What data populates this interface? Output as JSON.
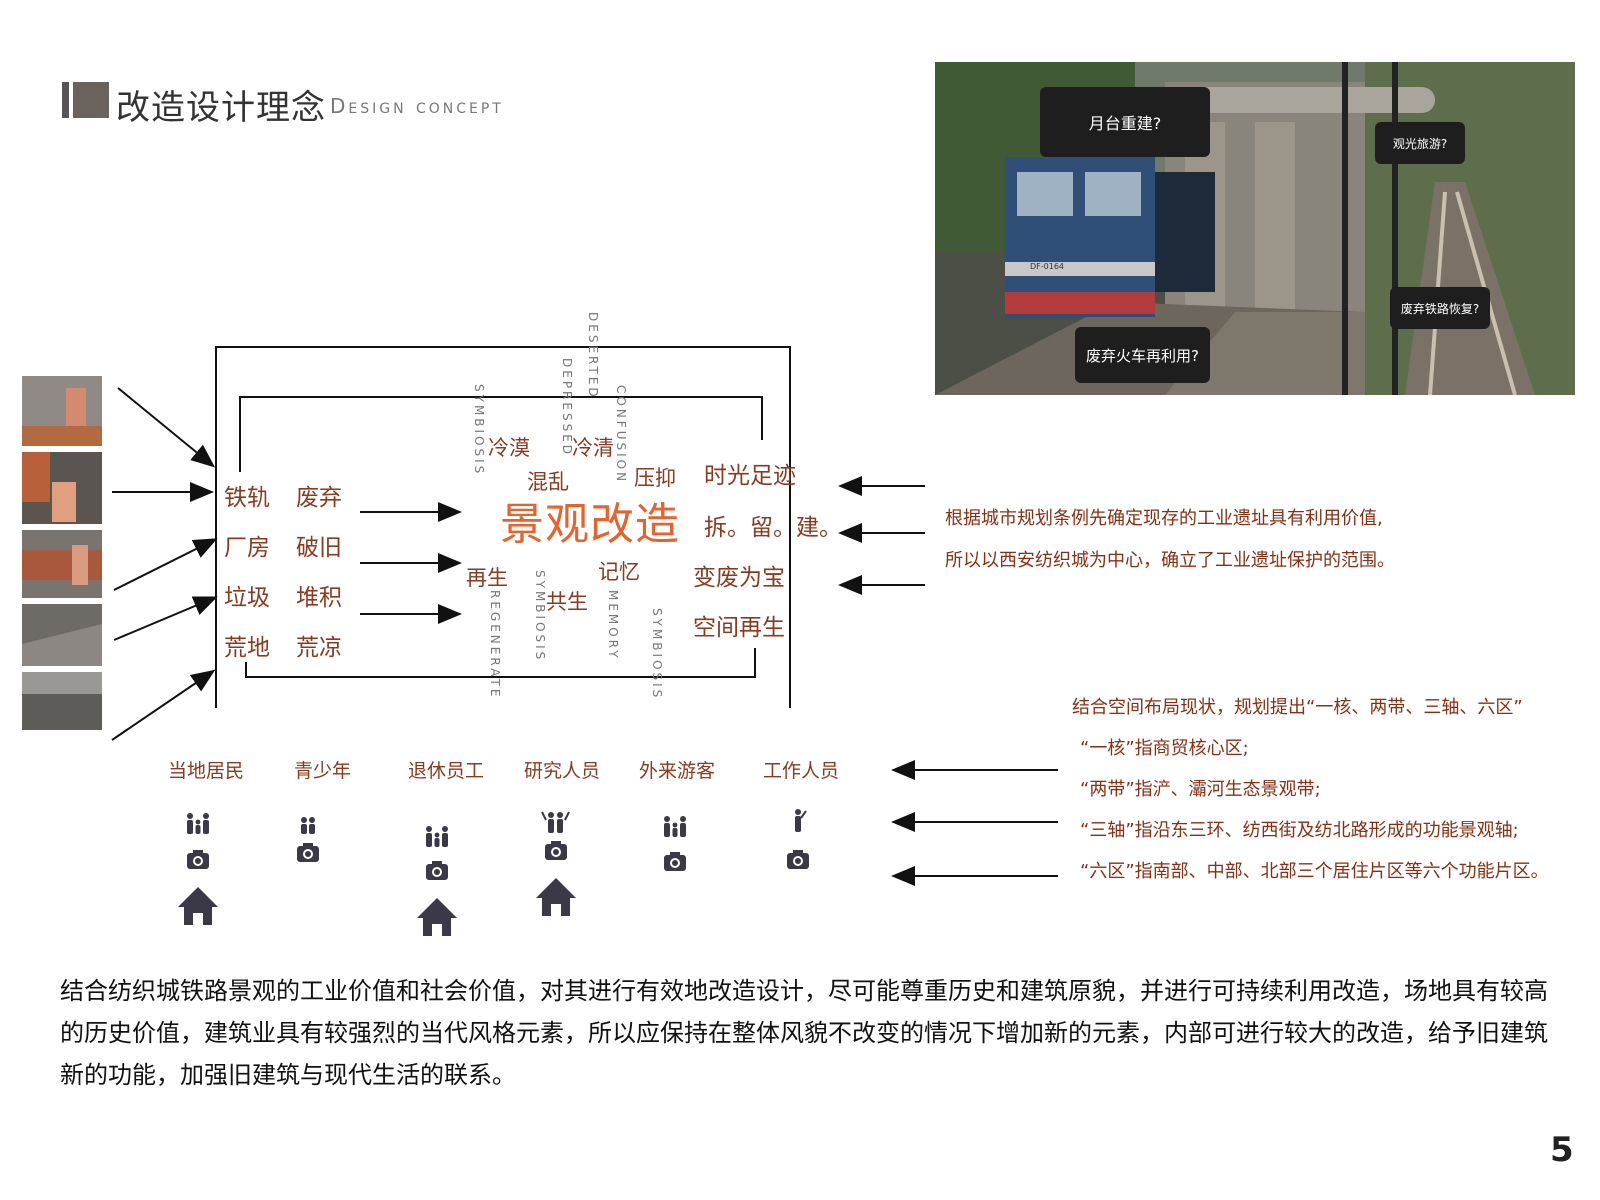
{
  "header": {
    "title_cn": "改造设计理念",
    "title_en": "Design concept"
  },
  "photo": {
    "bubbles": [
      "月台重建?",
      "观光旅游?",
      "废弃铁路恢复?",
      "废弃火车再利用?"
    ],
    "train_number": "DF-0164"
  },
  "left_keywords": {
    "col1": [
      "铁轨",
      "厂房",
      "垃圾",
      "荒地"
    ],
    "col2": [
      "废弃",
      "破旧",
      "堆积",
      "荒凉"
    ]
  },
  "center": {
    "core": "景观改造",
    "words": [
      "冷漠",
      "冷清",
      "混乱",
      "压抑",
      "再生",
      "共生",
      "记忆"
    ],
    "vertical_en": [
      "SYMBIOSIS",
      "DEPRESSED",
      "DESERTED",
      "CONFUSION",
      "REGENERATE",
      "SYMBIOSIS",
      "MEMORY",
      "SYMBIOSIS"
    ]
  },
  "right_keywords": [
    "时光足迹",
    "拆。留。建。",
    "变废为宝",
    "空间再生"
  ],
  "note1": [
    "根据城市规划条例先确定现存的工业遗址具有利用价值,",
    "所以以西安纺织城为中心，确立了工业遗址保护的范围。"
  ],
  "note2": [
    "结合空间布局现状，规划提出“一核、两带、三轴、六区”",
    "“一核”指商贸核心区;",
    "“两带”指浐、灞河生态景观带;",
    "“三轴”指沿东三环、纺西街及纺北路形成的功能景观轴;",
    "“六区”指南部、中部、北部三个居住片区等六个功能片区。"
  ],
  "people": [
    "当地居民",
    "青少年",
    "退休员工",
    "研究人员",
    "外来游客",
    "工作人员"
  ],
  "body_text": "结合纺织城铁路景观的工业价值和社会价值，对其进行有效地改造设计，尽可能尊重历史和建筑原貌，并进行可持续利用改造，场地具有较高的历史价值，建筑业具有较强烈的当代风格元素，所以应保持在整体风貌不改变的情况下增加新的元素，内部可进行较大的改造，给予旧建筑新的功能，加强旧建筑与现代生活的联系。",
  "page_number": "5",
  "colors": {
    "keyword": "#8a3a1f",
    "core": "#e8622c",
    "note": "#8a2e12",
    "icon": "#3b3848"
  }
}
